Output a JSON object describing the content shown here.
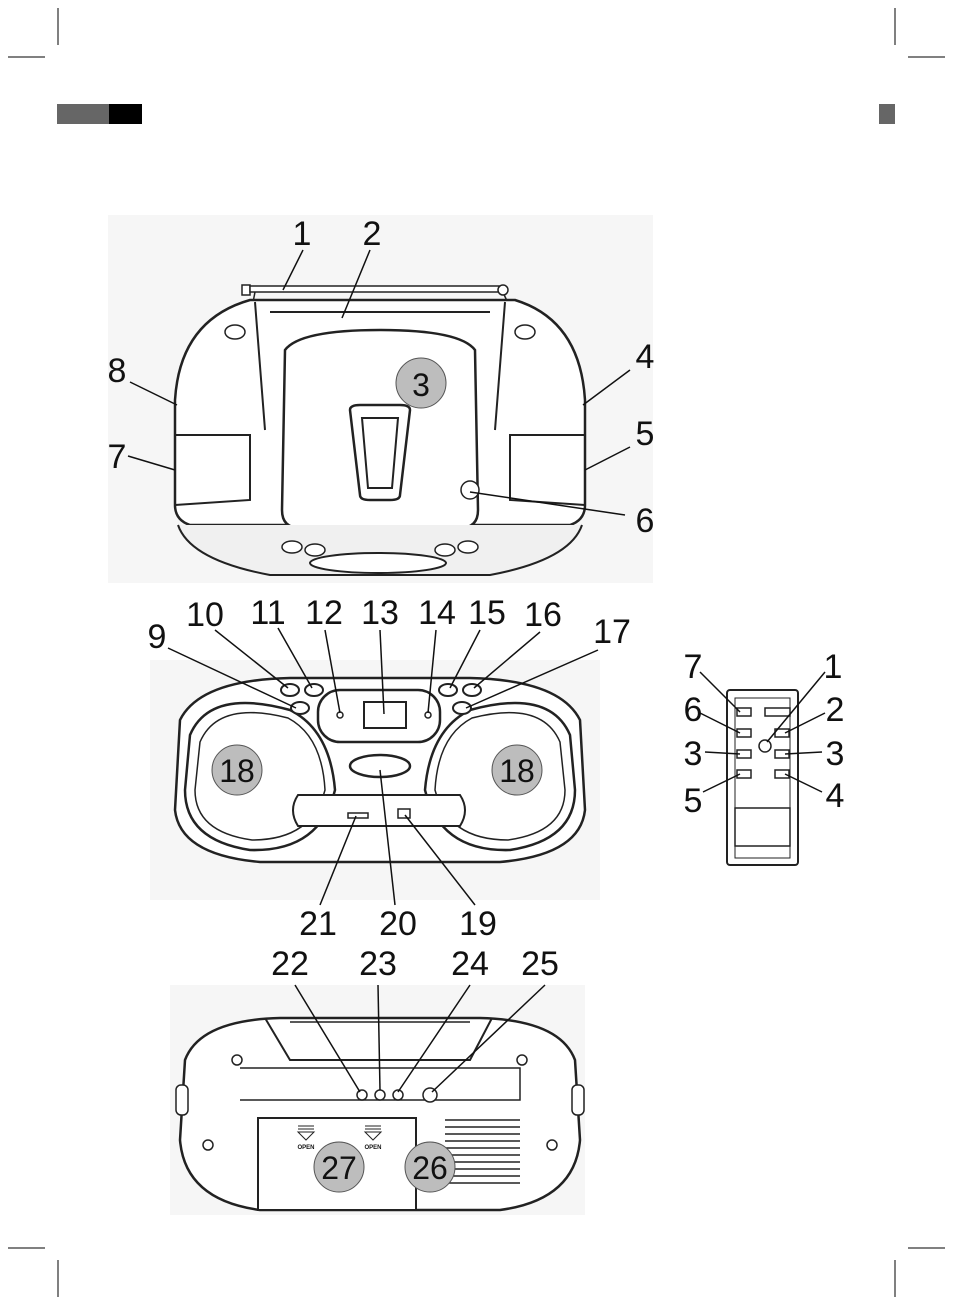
{
  "top_view_labels": {
    "n1": "1",
    "n2": "2",
    "n3": "3",
    "n4": "4",
    "n5": "5",
    "n6": "6",
    "n7": "7",
    "n8": "8"
  },
  "front_view_labels": {
    "n9": "9",
    "n10": "10",
    "n11": "11",
    "n12": "12",
    "n13": "13",
    "n14": "14",
    "n15": "15",
    "n16": "16",
    "n17": "17",
    "n18a": "18",
    "n18b": "18",
    "n19": "19",
    "n20": "20",
    "n21": "21"
  },
  "back_view_labels": {
    "n22": "22",
    "n23": "23",
    "n24": "24",
    "n25": "25",
    "n26": "26",
    "n27": "27",
    "open_left": "OPEN",
    "open_right": "OPEN"
  },
  "remote_labels": {
    "r1": "1",
    "r2": "2",
    "r3a": "3",
    "r3b": "3",
    "r4": "4",
    "r5": "5",
    "r6": "6",
    "r7": "7"
  },
  "colors": {
    "header_gray": "#666666",
    "header_black": "#000000",
    "callout_fill": "#bdbdbd",
    "panel_bg": "#f4f4f4"
  }
}
